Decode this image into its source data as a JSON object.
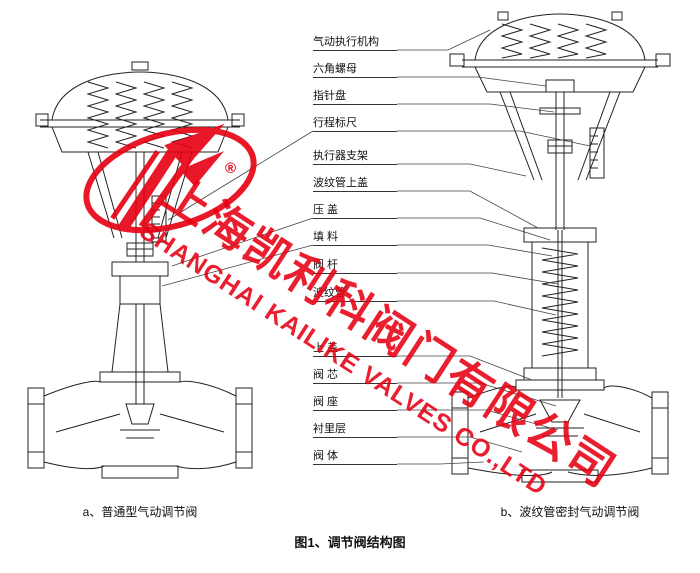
{
  "figure": {
    "caption": "图1、调节阀结构图",
    "left_caption": "a、普通型气动调节阀",
    "right_caption": "b、波纹管密封气动调节阀"
  },
  "labels": [
    "气动执行机构",
    "六角螺母",
    "指针盘",
    "行程标尺",
    "执行器支架",
    "波纹管上盖",
    "压 盖",
    "填 料",
    "阀 杆",
    "波纹管",
    "上 盖",
    "阀 芯",
    "阀 座",
    "衬里层",
    "阀 体"
  ],
  "watermark": {
    "line1": "上海凯利科阀门有限公司",
    "line2": "SHANGHAI KAILIKE VALVES CO.,LTD",
    "registered_mark": "®",
    "brand_color": "#e60012"
  },
  "drawing": {
    "line_color": "#222222",
    "left_valve_name": "ordinary-pneumatic-control-valve",
    "right_valve_name": "bellows-sealed-pneumatic-control-valve"
  }
}
